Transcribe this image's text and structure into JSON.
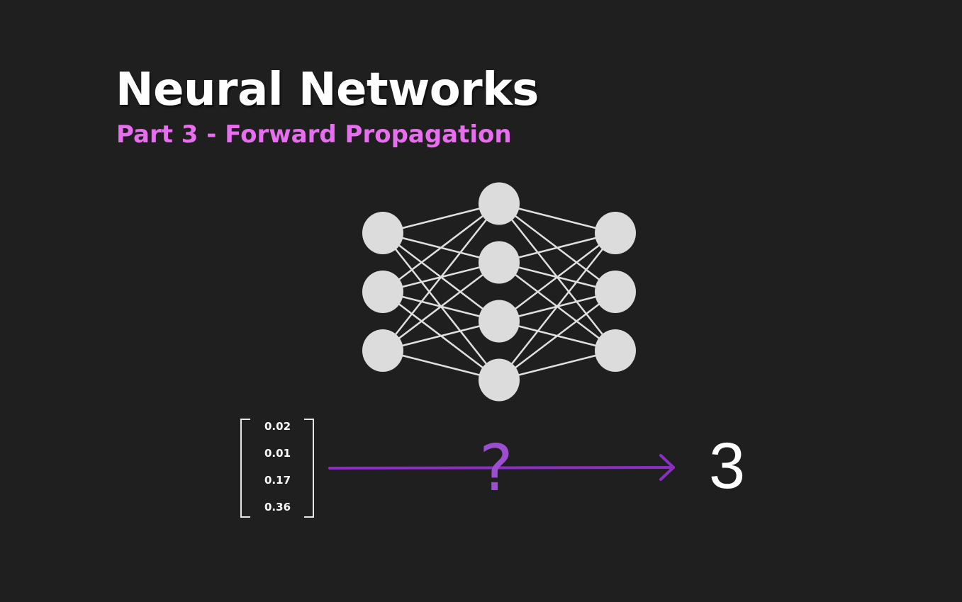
{
  "title": "Neural Networks",
  "subtitle": "Part 3 - Forward Propagation",
  "network": {
    "layers": [
      3,
      4,
      3
    ],
    "node_color": "#dcdcdc",
    "edge_color": "#e0e0e0"
  },
  "input_vector": [
    "0.02",
    "0.01",
    "0.17",
    "0.36"
  ],
  "mapping_symbol": "?",
  "output_value": "3",
  "colors": {
    "background": "#1f1f1f",
    "title": "#ffffff",
    "subtitle": "#e86ef0",
    "arrow": "#8a2fc1",
    "question": "#9b4fd0"
  },
  "icons": {
    "arrow": "right-arrow-icon"
  }
}
